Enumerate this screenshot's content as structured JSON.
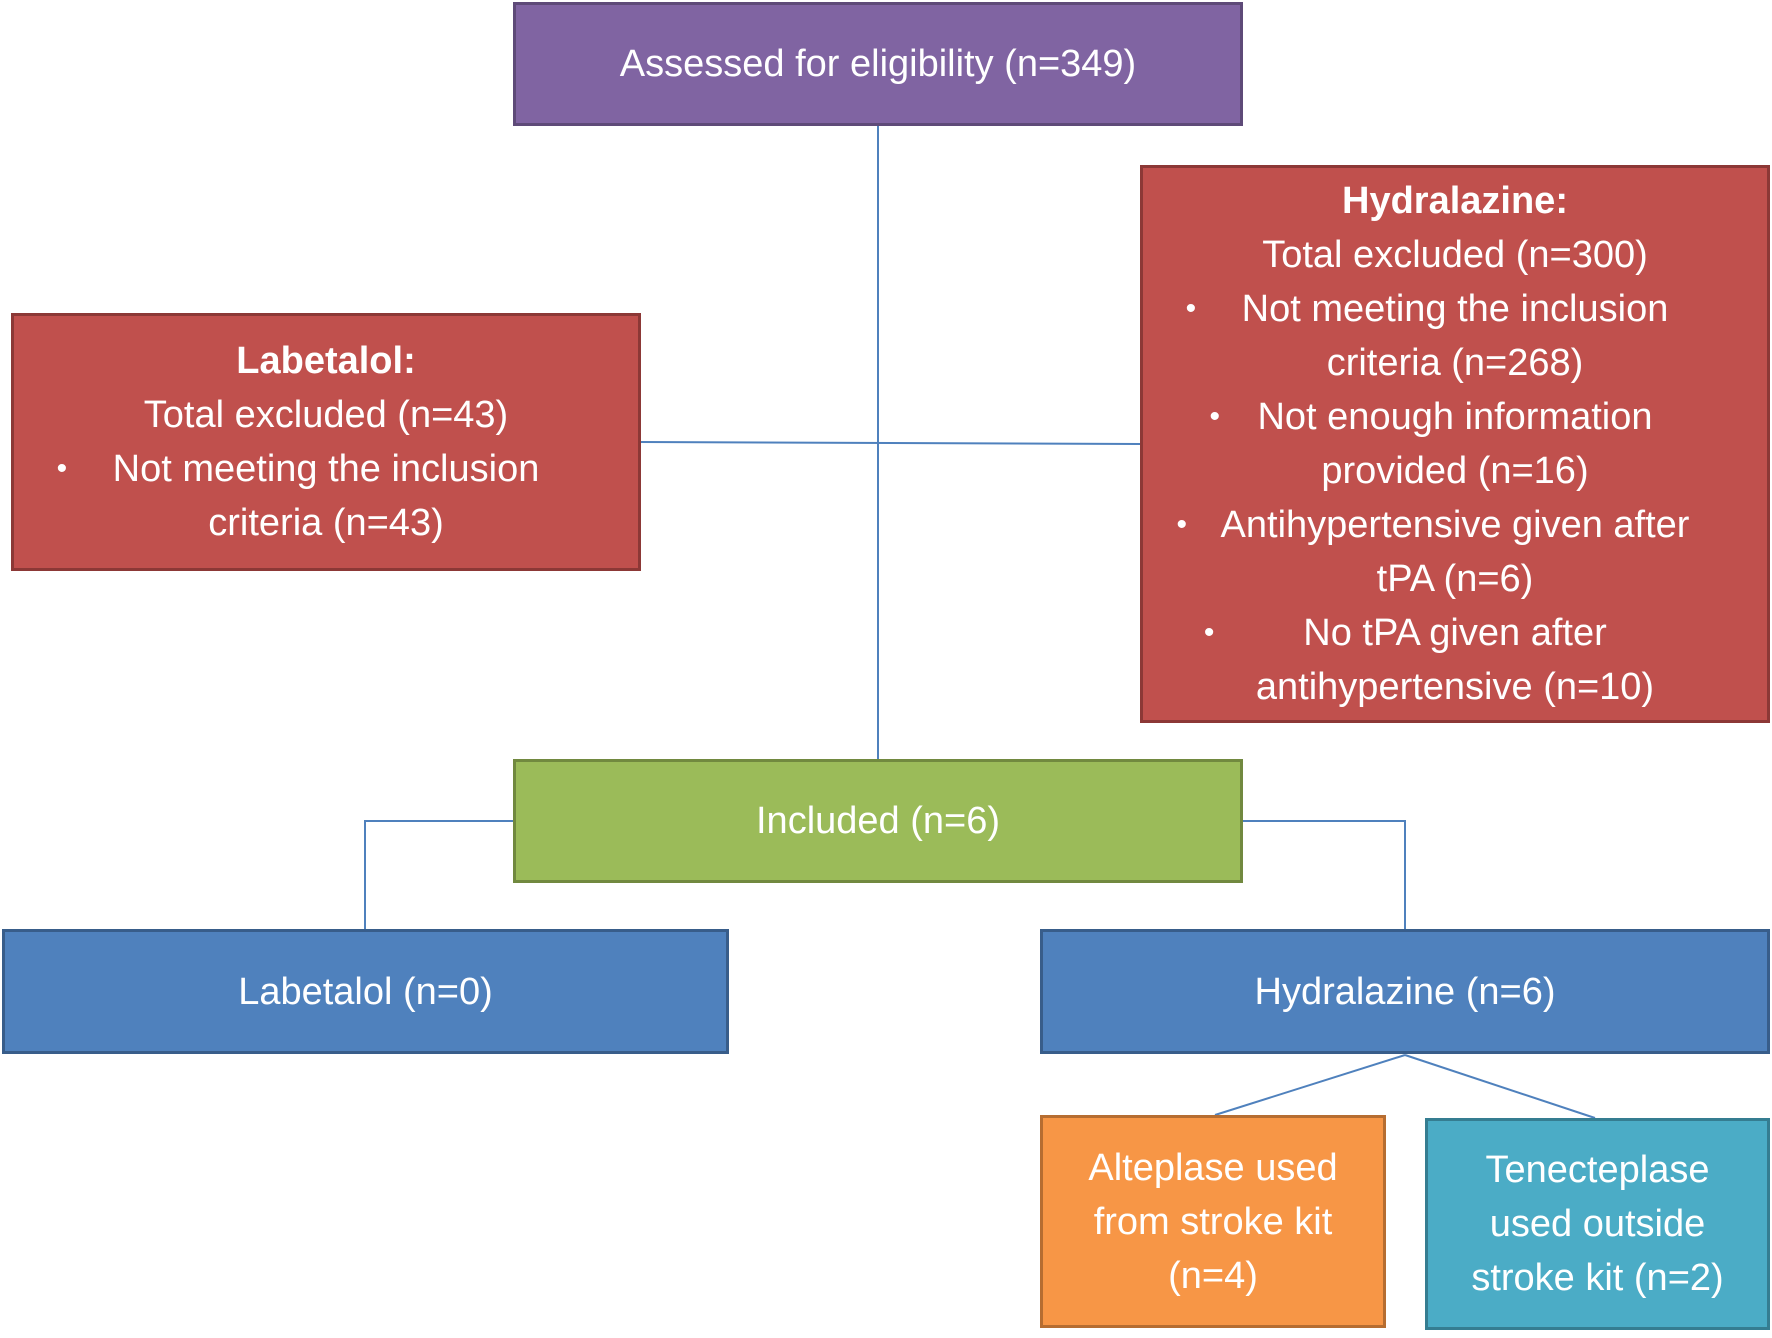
{
  "colors": {
    "line": "#4f81bd",
    "purple": "#8064a2",
    "red": "#c0504d",
    "green": "#9bbb59",
    "blue": "#4f81bd",
    "orange": "#f79646",
    "teal": "#4bacc6"
  },
  "assessed": {
    "label": "Assessed for eligibility (n=349)"
  },
  "labetalol_excluded": {
    "title": "Labetalol:",
    "total": "Total excluded (n=43)",
    "bullet_symbol": "•",
    "items": [
      {
        "line1": "Not meeting the inclusion",
        "line2": "criteria (n=43)"
      }
    ]
  },
  "hydralazine_excluded": {
    "title": "Hydralazine:",
    "total": "Total excluded (n=300)",
    "bullet_symbol": "•",
    "items": [
      {
        "line1": "Not meeting the inclusion",
        "line2": "criteria (n=268)"
      },
      {
        "line1": "Not enough information",
        "line2": "provided (n=16)"
      },
      {
        "line1": "Antihypertensive given after",
        "line2": "tPA (n=6)"
      },
      {
        "line1": "No tPA given after",
        "line2": "antihypertensive (n=10)"
      }
    ]
  },
  "included": {
    "label": "Included (n=6)"
  },
  "labetalol_group": {
    "label": "Labetalol (n=0)"
  },
  "hydralazine_group": {
    "label": "Hydralazine (n=6)"
  },
  "alteplase": {
    "lines": [
      "Alteplase used",
      "from stroke kit",
      "(n=4)"
    ]
  },
  "tenecteplase": {
    "lines": [
      "Tenecteplase",
      "used outside",
      "stroke kit (n=2)"
    ]
  }
}
